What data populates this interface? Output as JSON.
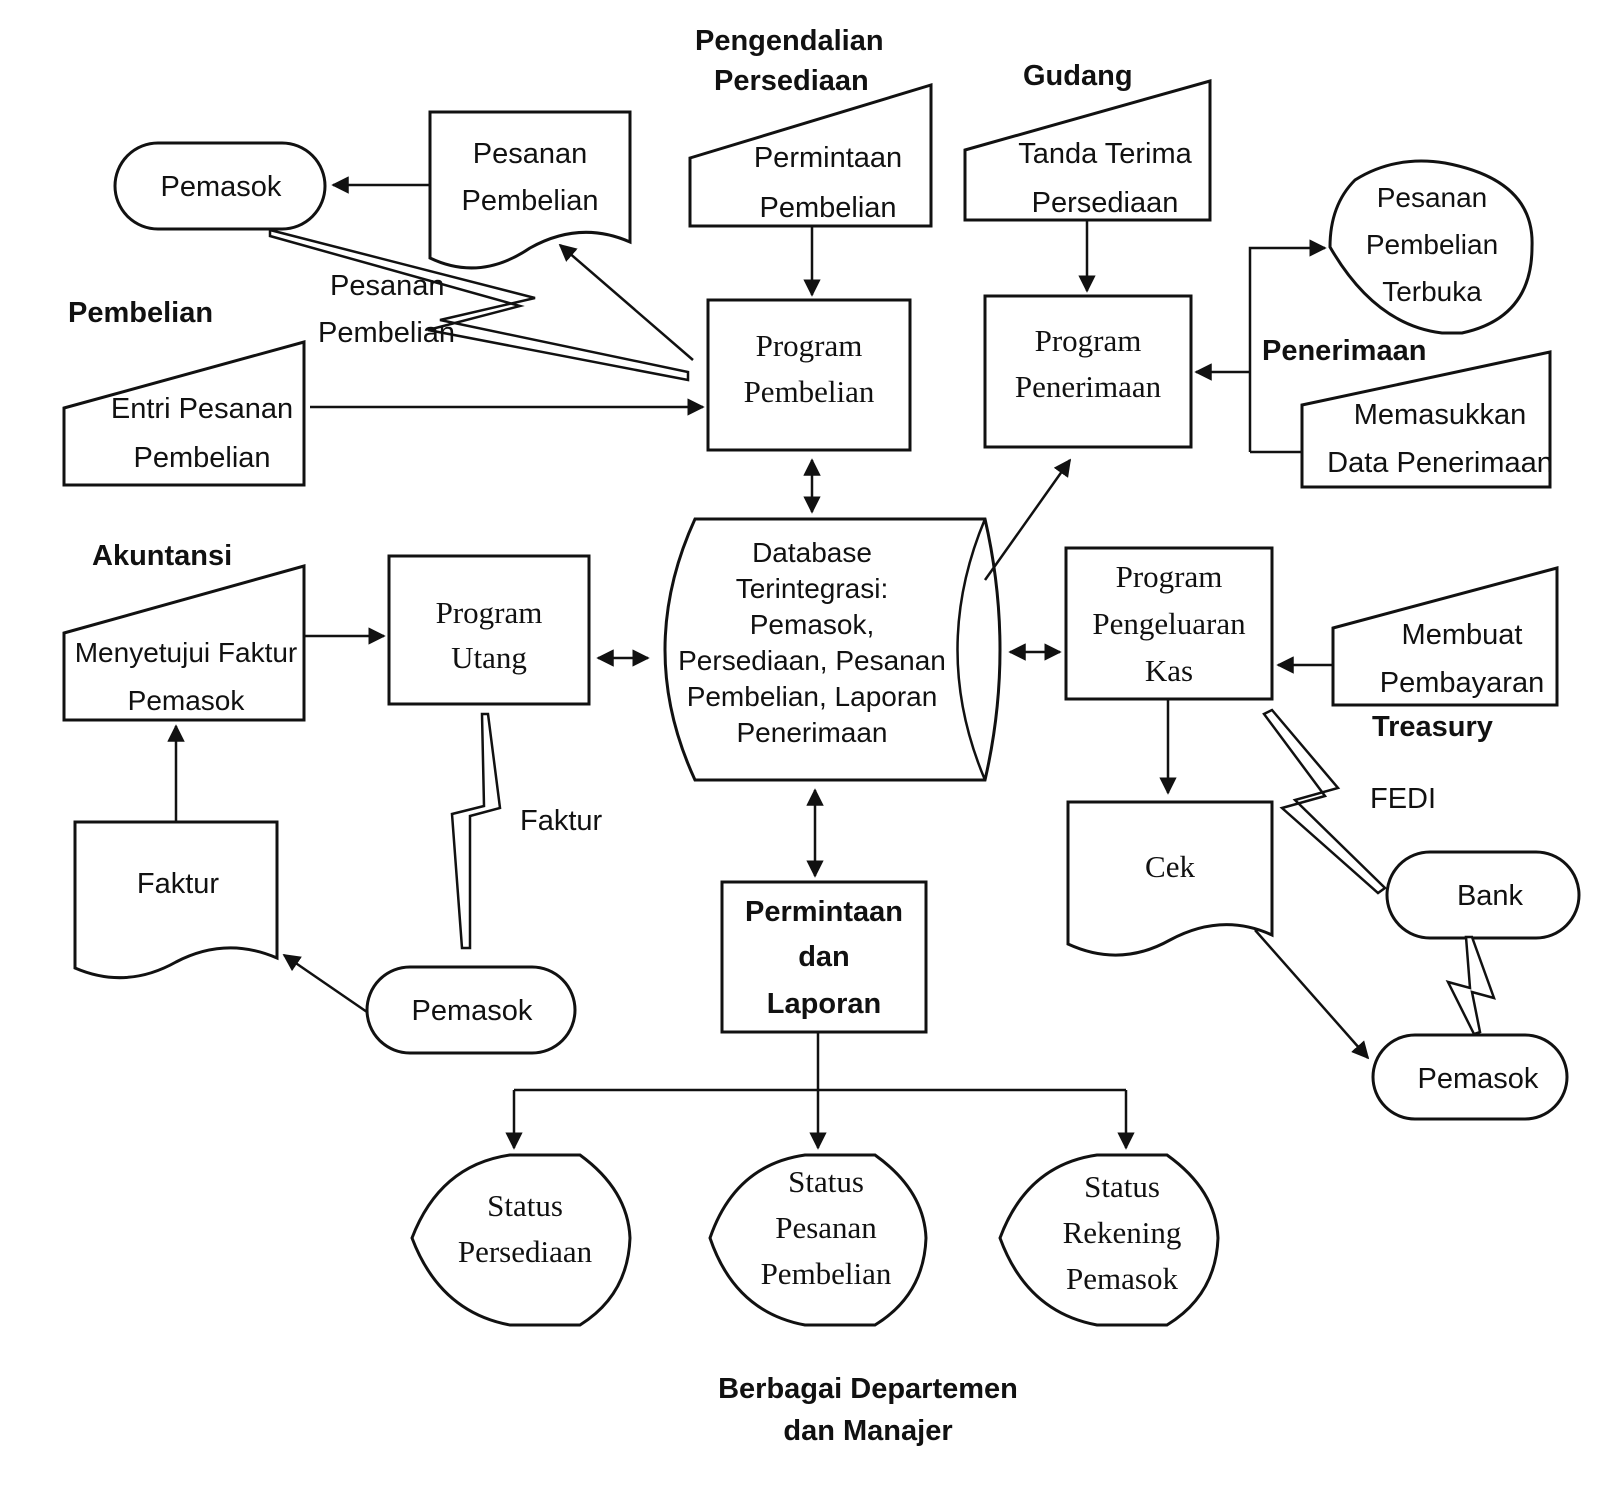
{
  "departments": {
    "pengendalian": [
      "Pengendalian",
      "Persediaan"
    ],
    "gudang": "Gudang",
    "pembelian": "Pembelian",
    "penerimaan": "Penerimaan",
    "akuntansi": "Akuntansi",
    "treasury": "Treasury",
    "berbagai": [
      "Berbagai Departemen",
      "dan Manajer"
    ]
  },
  "terminators": {
    "pemasok_top": "Pemasok",
    "pemasok_left": "Pemasok",
    "pemasok_right": "Pemasok",
    "bank": "Bank"
  },
  "documents": {
    "pesanan_pembelian": [
      "Pesanan",
      "Pembelian"
    ],
    "faktur": "Faktur",
    "cek": "Cek"
  },
  "manual_inputs": {
    "permintaan_pembelian": [
      "Permintaan",
      "Pembelian"
    ],
    "tanda_terima": [
      "Tanda Terima",
      "Persediaan"
    ],
    "entri_pesanan": [
      "Entri Pesanan",
      "Pembelian"
    ],
    "memasukkan_data": [
      "Memasukkan",
      "Data Penerimaan"
    ],
    "menyetujui_faktur": [
      "Menyetujui Faktur",
      "Pemasok"
    ],
    "membuat_pembayaran": [
      "Membuat",
      "Pembayaran"
    ]
  },
  "processes": {
    "program_pembelian": [
      "Program",
      "Pembelian"
    ],
    "program_penerimaan": [
      "Program",
      "Penerimaan"
    ],
    "program_utang": [
      "Program",
      "Utang"
    ],
    "program_pengeluaran_kas": [
      "Program",
      "Pengeluaran",
      "Kas"
    ],
    "permintaan_laporan": [
      "Permintaan",
      "dan",
      "Laporan"
    ]
  },
  "database": [
    "Database",
    "Terintegrasi:",
    "Pemasok,",
    "Persediaan, Pesanan",
    "Pembelian, Laporan",
    "Penerimaan"
  ],
  "displays": {
    "pesanan_terbuka": [
      "Pesanan",
      "Pembelian",
      "Terbuka"
    ],
    "status_persediaan": [
      "Status",
      "Persediaan"
    ],
    "status_pesanan": [
      "Status",
      "Pesanan",
      "Pembelian"
    ],
    "status_rekening": [
      "Status",
      "Rekening",
      "Pemasok"
    ]
  },
  "flow_labels": {
    "pesanan_pembelian": [
      "Pesanan",
      "Pembelian"
    ],
    "faktur": "Faktur",
    "fedi": "FEDI"
  }
}
